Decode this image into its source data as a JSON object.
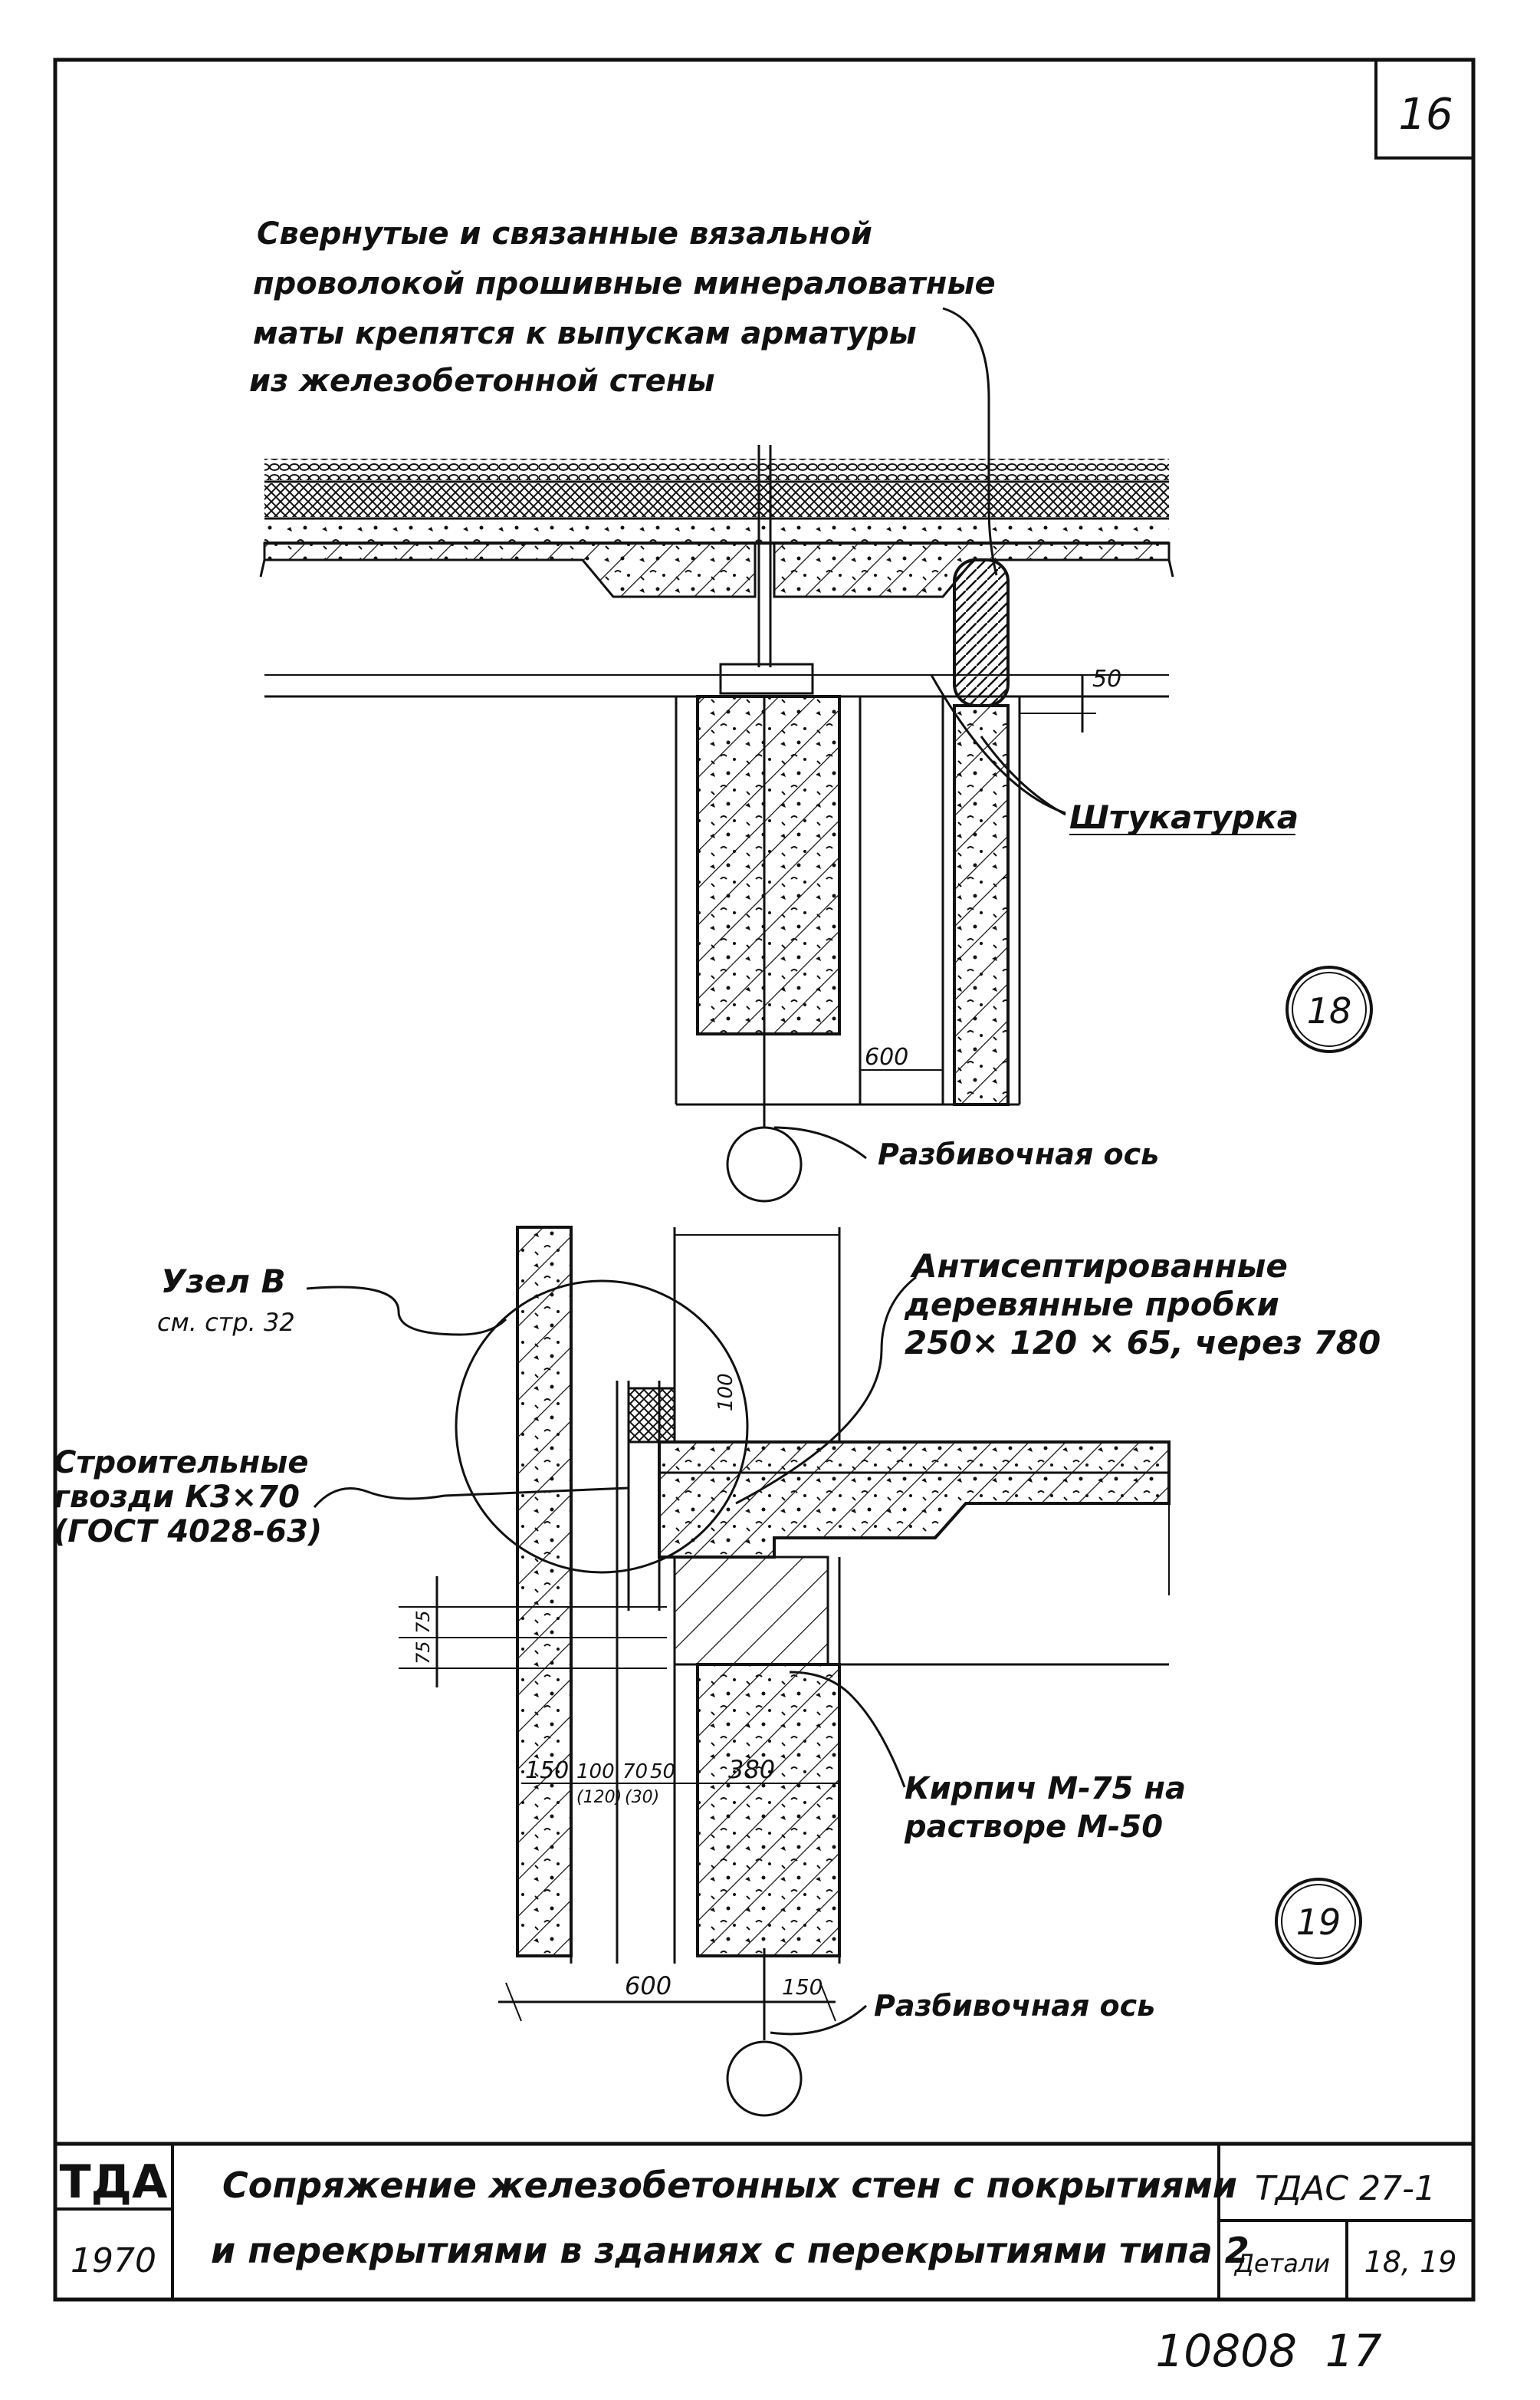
{
  "sheet": {
    "page_number": "16",
    "bottom_numbers": "10808  17"
  },
  "detail_18": {
    "note_lines": [
      "Свернутые и связанные вязальной",
      "проволокой прошивные минераловатные",
      "маты крепятся к выпускам арматуры",
      "из железобетонной стены"
    ],
    "plaster_label": "Штукатурка",
    "axis_label": "Разбивочная ось",
    "dim_50": "50",
    "dim_600": "600",
    "marker": "18"
  },
  "detail_19": {
    "node_label": "Узел В",
    "node_ref": "см. стр. 32",
    "plugs_lines": [
      "Антисептированные",
      "деревянные пробки",
      "250× 120 × 65, через 780"
    ],
    "nails_lines": [
      "Строительные",
      "гвозди К3×70",
      "(ГОСТ 4028-63)"
    ],
    "brick_lines": [
      "Кирпич М-75 на",
      "растворе М-50"
    ],
    "axis_label": "Разбивочная ось",
    "dims": {
      "d150": "150",
      "d100": "100",
      "d70": "70",
      "d50": "50",
      "d120": "(120)",
      "d30": "(30)",
      "d380": "380",
      "d100v": "100",
      "d75a": "75",
      "d75b": "75",
      "d600": "600",
      "d150b": "150"
    },
    "marker": "19"
  },
  "title_block": {
    "org": "ТДА",
    "year": "1970",
    "title_line1": "Сопряжение железобетонных стен с покрытиями",
    "title_line2": "и перекрытиями в зданиях с перекрытиями типа 2",
    "series": "ТДАС 27-1",
    "details_label": "Детали",
    "details_numbers": "18, 19"
  }
}
